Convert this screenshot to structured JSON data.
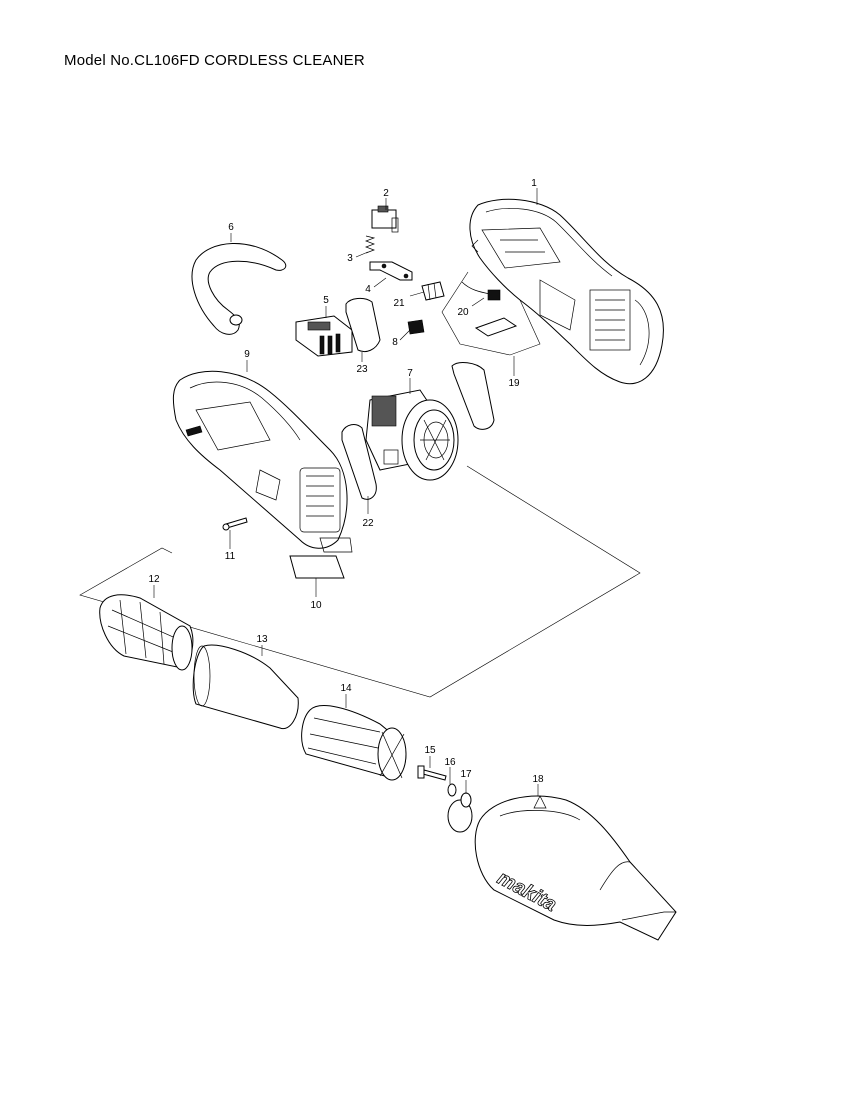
{
  "header": {
    "title": "Model No.CL106FD CORDLESS CLEANER"
  },
  "logo": {
    "text": "makita"
  },
  "parts": [
    {
      "no": "1"
    },
    {
      "no": "2"
    },
    {
      "no": "3"
    },
    {
      "no": "4"
    },
    {
      "no": "5"
    },
    {
      "no": "6"
    },
    {
      "no": "7"
    },
    {
      "no": "8"
    },
    {
      "no": "9"
    },
    {
      "no": "10"
    },
    {
      "no": "11"
    },
    {
      "no": "12"
    },
    {
      "no": "13"
    },
    {
      "no": "14"
    },
    {
      "no": "15"
    },
    {
      "no": "16"
    },
    {
      "no": "17"
    },
    {
      "no": "18"
    },
    {
      "no": "19"
    },
    {
      "no": "20"
    },
    {
      "no": "21"
    },
    {
      "no": "22"
    },
    {
      "no": "23"
    }
  ]
}
